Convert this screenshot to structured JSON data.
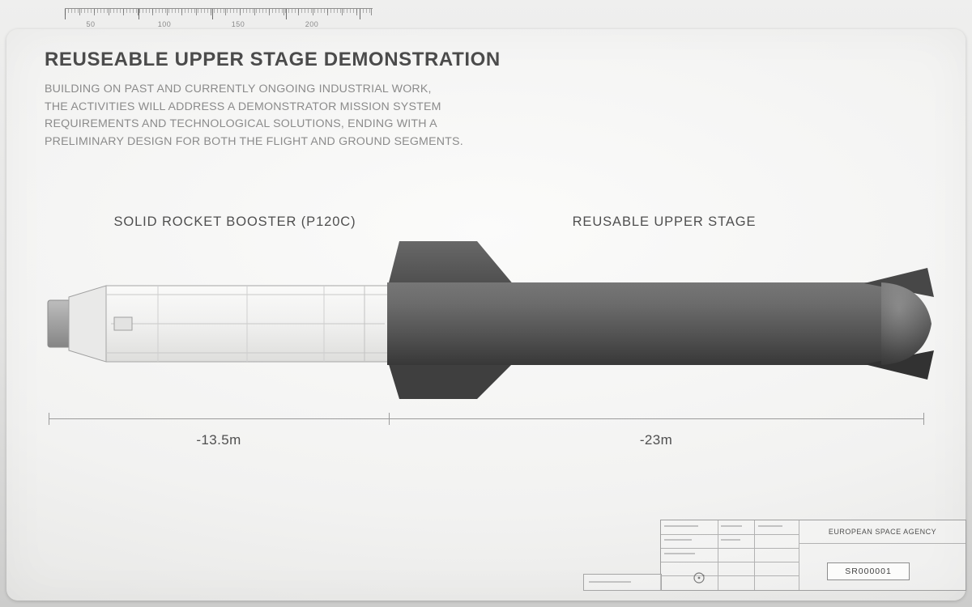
{
  "page": {
    "title": "REUSEABLE UPPER STAGE DEMONSTRATION",
    "description_lines": [
      "BUILDING ON PAST AND CURRENTLY ONGOING INDUSTRIAL WORK,",
      "THE ACTIVITIES WILL ADDRESS A DEMONSTRATOR MISSION SYSTEM",
      "REQUIREMENTS AND TECHNOLOGICAL SOLUTIONS, ENDING WITH A",
      "PRELIMINARY DESIGN FOR BOTH THE FLIGHT AND GROUND SEGMENTS."
    ]
  },
  "ruler": {
    "marks": [
      "50",
      "100",
      "150",
      "200"
    ]
  },
  "diagram": {
    "booster_label": "SOLID ROCKET BOOSTER (P120C)",
    "upper_stage_label": "REUSABLE UPPER STAGE",
    "booster_dimension": "-13.5m",
    "upper_stage_dimension": "-23m"
  },
  "title_block": {
    "organization": "EUROPEAN SPACE AGENCY",
    "document_number": "SR000001"
  },
  "colors": {
    "upper_stage_body": "#555555",
    "booster_body": "#f3f3f2",
    "heading_text": "#4b4b4b",
    "body_text": "#8b8b8b",
    "line_gray": "#9b9b9b"
  }
}
